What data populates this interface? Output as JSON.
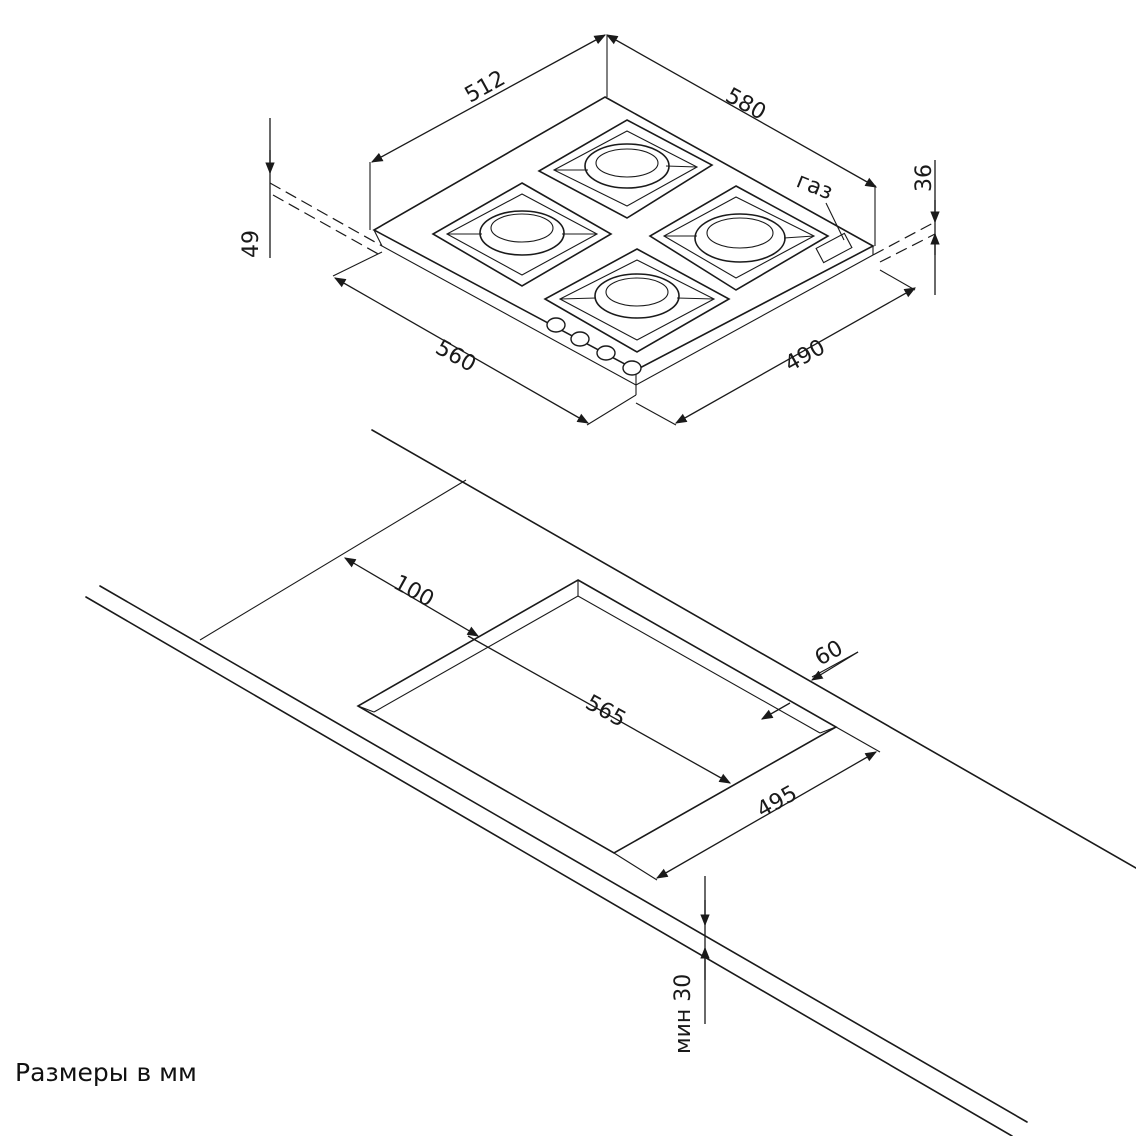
{
  "hob": {
    "dims": {
      "width_top": "512",
      "depth_top": "580",
      "height_total": "49",
      "height_side": "36",
      "width_bottom": "560",
      "depth_bottom": "490"
    },
    "gas_label": "газ",
    "burners": 4,
    "knobs": 4
  },
  "cutout": {
    "dims": {
      "front_offset": "100",
      "rear_offset": "60",
      "width": "565",
      "depth": "495",
      "min_thickness": "мин 30"
    }
  },
  "footnote": "Размеры в мм"
}
